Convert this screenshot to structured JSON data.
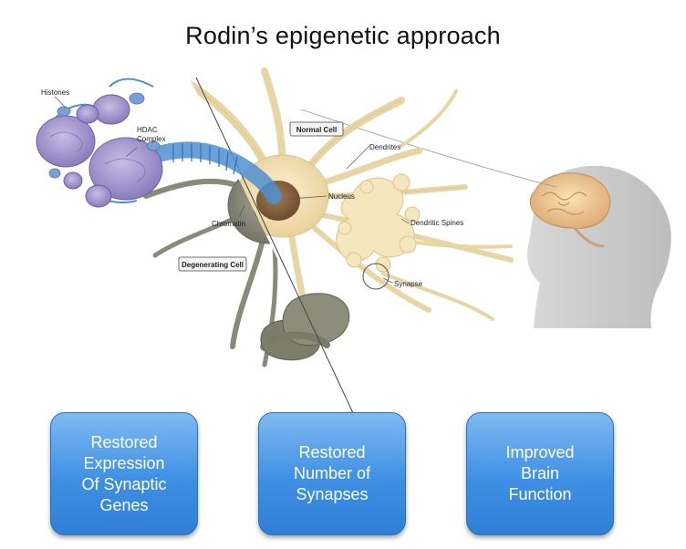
{
  "title": "Rodin’s epigenetic approach",
  "labels": {
    "histones": "Histones",
    "hdac_complex": "HDAC\nComplex",
    "normal_cell": "Normal Cell",
    "dendrites": "Dendrites",
    "nucleus": "Nucleus",
    "chromatin": "Chromatin",
    "dendritic_spines": "Dendritic Spines",
    "degenerating_cell": "Degenerating Cell",
    "synapse": "Synapse"
  },
  "outcomes": [
    {
      "text": "Restored\nExpression\nOf Synaptic\nGenes"
    },
    {
      "text": "Restored\nNumber of\nSynapses"
    },
    {
      "text": "Improved\nBrain\nFunction"
    }
  ],
  "colors": {
    "box_gradient_top": "#7fbaf2",
    "box_gradient_bottom": "#2f7fd8",
    "histone": "#9d8ec9",
    "dna_strand": "#4e8fd0",
    "normal_cell": "#f4e2b8",
    "degenerating_cell": "#8e8e7e"
  }
}
